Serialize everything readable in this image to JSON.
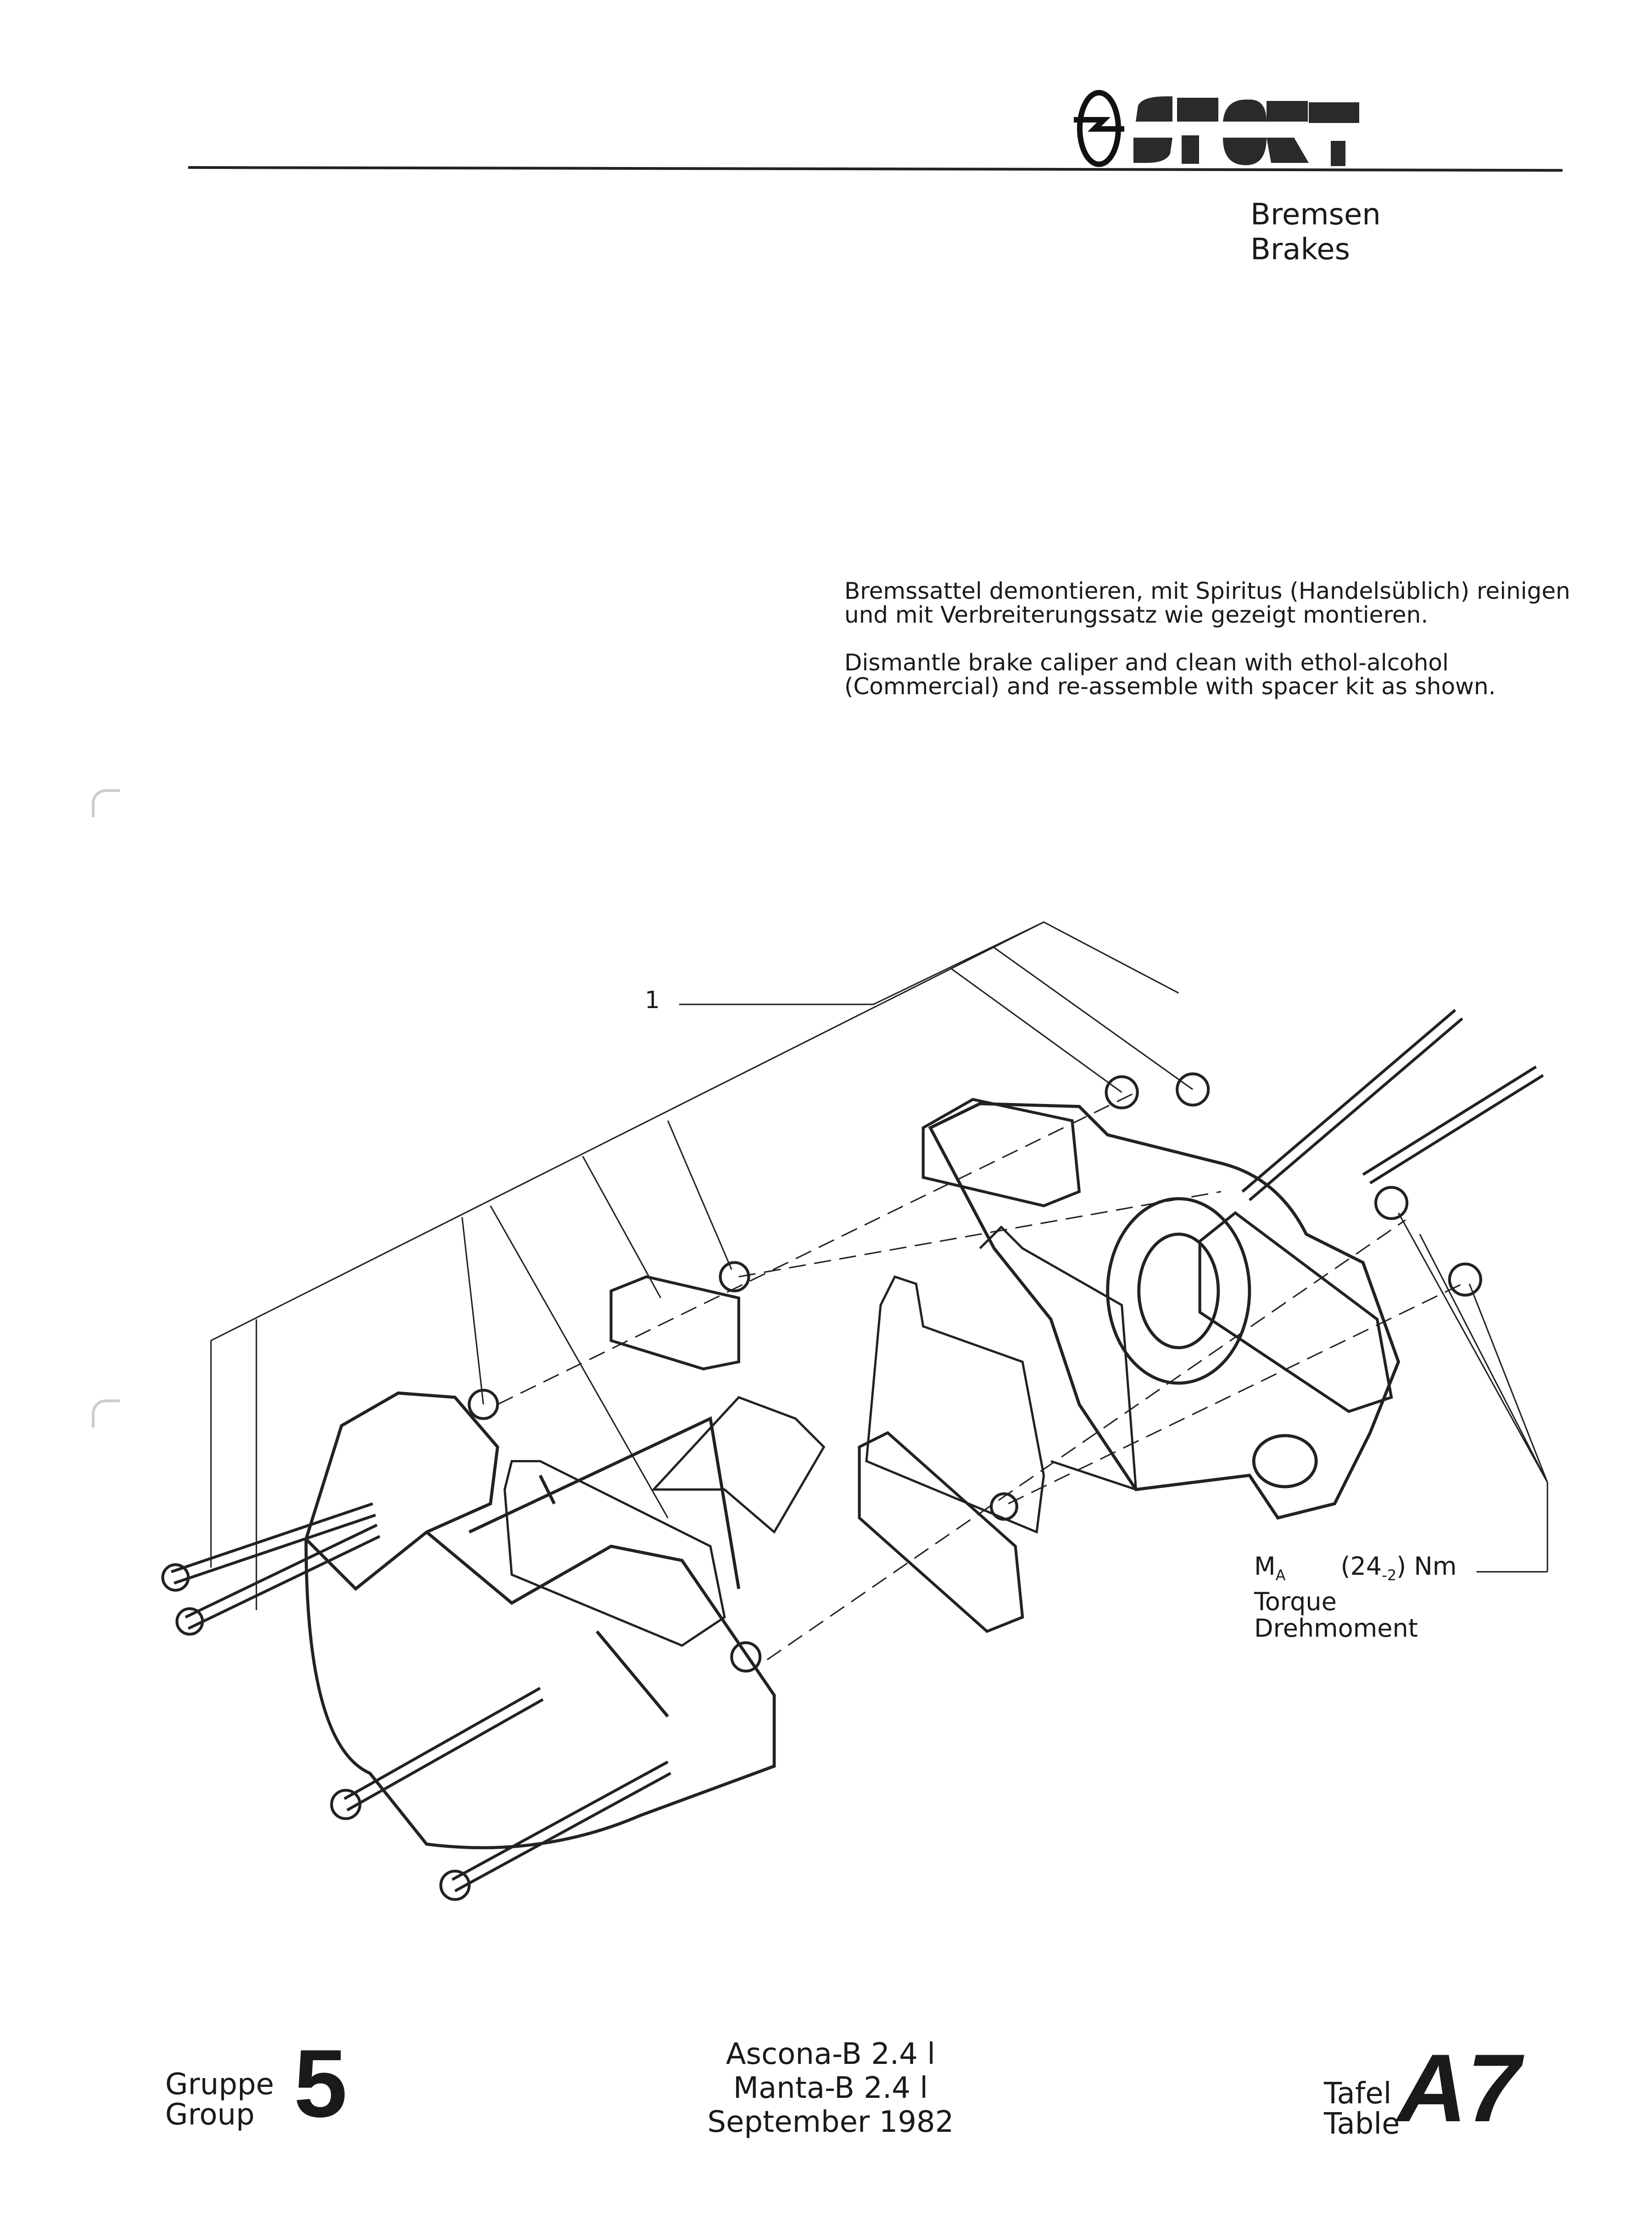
{
  "header": {
    "logo_text": "SPORT",
    "section_de": "Bremsen",
    "section_en": "Brakes"
  },
  "instructions": {
    "de": "Bremssattel demontieren, mit Spiritus (Handelsüblich) reinigen und mit Verbreiterungssatz wie gezeigt montieren.",
    "en": "Dismantle brake caliper and clean with ethol-alcohol (Commercial) and re-assemble with spacer kit as shown."
  },
  "diagram": {
    "part_label": "1",
    "torque_symbol": "M",
    "torque_symbol_sub": "A",
    "torque_value": "(24",
    "torque_tolerance": "-2",
    "torque_unit": ") Nm",
    "torque_en": "Torque",
    "torque_de": "Drehmoment"
  },
  "footer": {
    "group_de": "Gruppe",
    "group_en": "Group",
    "group_number": "5",
    "model_1": "Ascona-B 2.4 l",
    "model_2": "Manta-B 2.4 l",
    "date": "September 1982",
    "table_de": "Tafel",
    "table_en": "Table",
    "table_number": "A7"
  }
}
